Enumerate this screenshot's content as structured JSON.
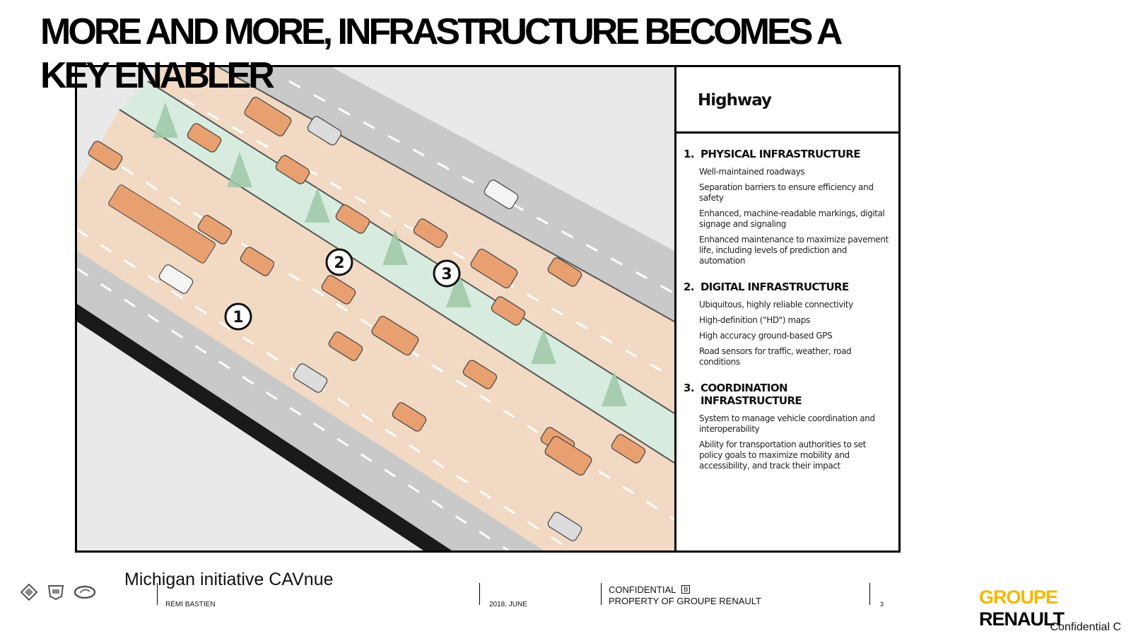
{
  "slide": {
    "title": "MORE AND MORE, INFRASTRUCTURE BECOMES A KEY ENABLER"
  },
  "illustration": {
    "markers": [
      "1",
      "2",
      "3"
    ]
  },
  "info_panel": {
    "heading": "Highway",
    "sections": [
      {
        "number": "1.",
        "title": "PHYSICAL INFRASTRUCTURE",
        "items": [
          "Well-maintained roadways",
          "Separation barriers to ensure efficiency and safety",
          "Enhanced, machine-readable markings, digital signage and signaling",
          "Enhanced maintenance to maximize pavement life, including levels of prediction and automation"
        ]
      },
      {
        "number": "2.",
        "title": "DIGITAL INFRASTRUCTURE",
        "items": [
          "Ubiquitous, highly reliable connectivity",
          "High-definition (\"HD\") maps",
          "High accuracy ground-based GPS",
          "Road sensors for traffic, weather, road conditions"
        ]
      },
      {
        "number": "3.",
        "title": "COORDINATION INFRASTRUCTURE",
        "items": [
          "System to manage vehicle coordination and interoperability",
          "Ability for transportation authorities to set policy goals to maximize mobility and accessibility, and track their impact"
        ]
      }
    ]
  },
  "footer": {
    "caption": "Michigan initiative CAVnue",
    "author": "RÉMI BASTIEN",
    "date": "2018, JUNE",
    "confidential_line1": "CONFIDENTIAL",
    "confidential_badge": "B",
    "confidential_line2": "PROPERTY OF GROUPE RENAULT",
    "page_number": "3",
    "brand_part1": "GROUPE",
    "brand_part2": "RENAULT",
    "classification": "Confidential C"
  },
  "colors": {
    "accent_orange": "#e8a070",
    "brand_yellow": "#f2b800",
    "road_gray": "#c9c9c9",
    "median_green": "#d7ecdf"
  }
}
